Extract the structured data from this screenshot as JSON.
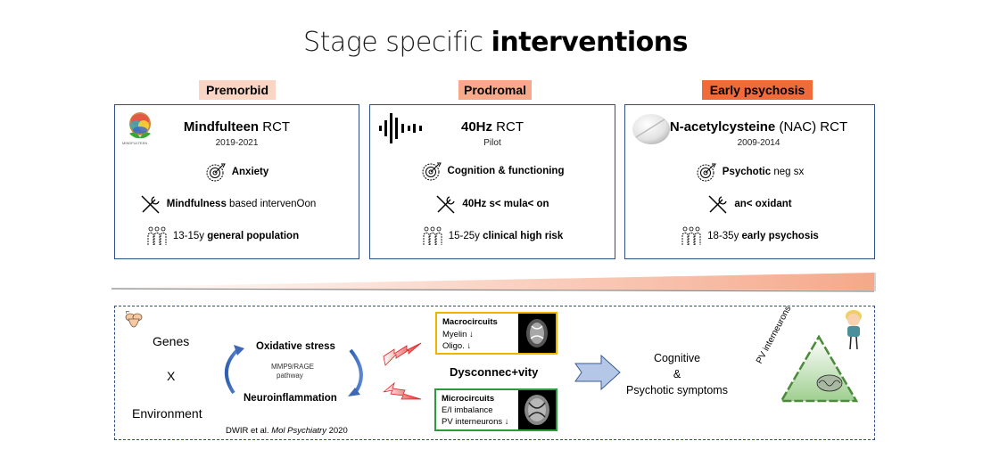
{
  "title": {
    "regular": "Stage specific ",
    "bold": "interventions"
  },
  "stages": [
    {
      "label": "Premorbid",
      "label_color": "#fbd5c4",
      "logo": "mindfulteen-brain-logo",
      "logo_caption": "MINDFULTEEN",
      "trial_bold": "Mindfulteen",
      "trial_rest": " RCT",
      "subtitle": "2019-2021",
      "target": {
        "icon": "target-icon",
        "bold": "Anxiety",
        "rest": ""
      },
      "intervention": {
        "icon": "tools-icon",
        "bold": "Mindfulness",
        "rest": " based intervenOon"
      },
      "population": {
        "icon": "people-icon",
        "bold": "general population",
        "rest": "13-15y "
      }
    },
    {
      "label": "Prodromal",
      "label_color": "#f7a98a",
      "logo": "sound-wave-icon",
      "trial_bold": "40Hz",
      "trial_rest": " RCT",
      "subtitle": "Pilot",
      "target": {
        "icon": "target-icon",
        "bold": "Cognition & functioning",
        "rest": ""
      },
      "intervention": {
        "icon": "tools-icon",
        "bold": "40Hz s< mula< on",
        "rest": ""
      },
      "population": {
        "icon": "people-icon",
        "bold": "clinical high risk",
        "rest": "15-25y  "
      }
    },
    {
      "label": "Early psychosis",
      "label_color": "#f06a3a",
      "logo": "pill-icon",
      "trial_bold": "N-acetylcysteine",
      "trial_rest": " (NAC) RCT",
      "subtitle": "2009-2014",
      "target": {
        "icon": "target-icon",
        "bold": "Psychotic",
        "rest": " neg sx"
      },
      "intervention": {
        "icon": "tools-icon",
        "bold": "an< oxidant",
        "rest": ""
      },
      "population": {
        "icon": "people-icon",
        "bold": "early psychosis",
        "rest": "18-35y  "
      }
    }
  ],
  "mechanism": {
    "left": {
      "genes": "Genes",
      "x": "X",
      "environment": "Environment"
    },
    "cycle": {
      "top": "Oxidative stress",
      "mid1": "MMP9/RAGE",
      "mid2": "pathway",
      "bottom": "Neuroinflammation"
    },
    "citation": {
      "authors": "DWIR et al. ",
      "journal": "Mol Psychiatry",
      "year": " 2020"
    },
    "macro": {
      "title": "Macrocircuits",
      "line1": "Myelin ↓",
      "line2": "Oligo. ↓",
      "border": "#f0b400"
    },
    "dysconnectivity": "Dysconnec+vity",
    "micro": {
      "title": "Microcircuits",
      "line1": "E/I imbalance",
      "line2": "PV interneurons ↓",
      "border": "#2a9a3a"
    },
    "outcome": {
      "line1": "Cognitive",
      "line2": "&",
      "line3": "Psychotic symptoms"
    },
    "pv_label": "PV interneurons"
  }
}
